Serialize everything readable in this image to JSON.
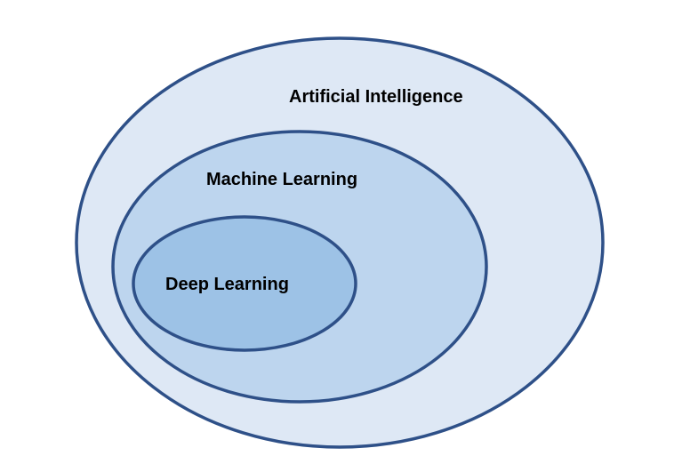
{
  "diagram": {
    "colors": {
      "stroke": "#2E5088",
      "outer_fill": "#DEE8F5",
      "middle_fill": "#BDD5EE",
      "inner_fill": "#9DC2E6",
      "text": "#000000"
    },
    "sets": [
      {
        "label": "Artificial Intelligence"
      },
      {
        "label": "Machine Learning"
      },
      {
        "label": "Deep Learning"
      }
    ]
  }
}
